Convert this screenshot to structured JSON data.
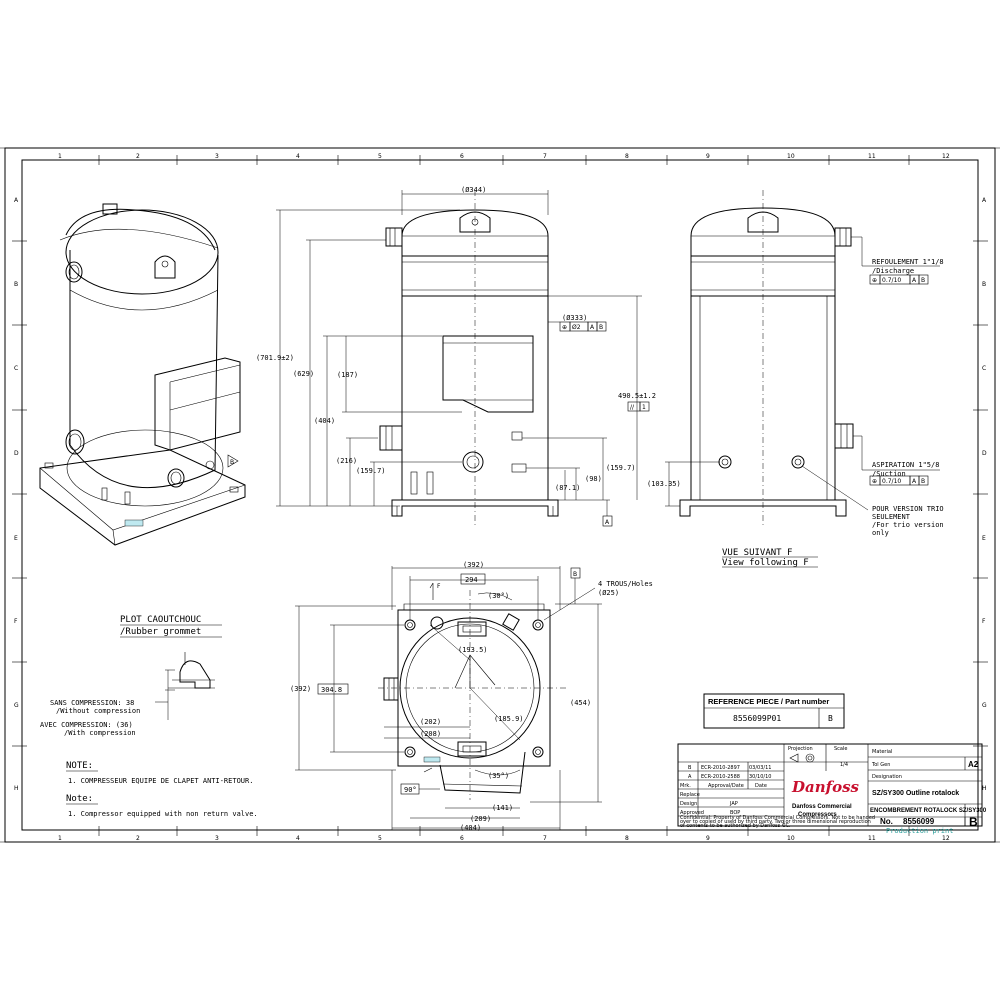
{
  "grid": {
    "columns": [
      "1",
      "2",
      "3",
      "4",
      "5",
      "6",
      "7",
      "8",
      "9",
      "10",
      "11",
      "12"
    ],
    "rows": [
      "A",
      "B",
      "C",
      "D",
      "E",
      "F",
      "G",
      "H"
    ]
  },
  "front_view": {
    "dim_diameter_344": "(Ø344)",
    "dim_701": "(701.9±2)",
    "dim_629": "(629)",
    "dim_187": "(187)",
    "dim_404": "(404)",
    "dim_216": "(216)",
    "dim_159_left": "(159.7)",
    "dim_diameter_333": "(Ø333)",
    "tol_333": [
      "⊕",
      "Ø2",
      "A",
      "B"
    ],
    "dim_490": "490.5±1.2",
    "tol_490": [
      "//",
      "1"
    ],
    "dim_159_right": "(159.7)",
    "dim_98": "(98)",
    "dim_87": "(87.1)",
    "datum_a": "A"
  },
  "side_view": {
    "refoulement": "REFOULEMENT 1\"1/8",
    "discharge": "/Discharge",
    "tol_discharge": [
      "⊕",
      "0.7/10",
      "A",
      "B"
    ],
    "dim_103": "(103.35)",
    "aspiration": "ASPIRATION 1\"5/8",
    "suction": "/Suction",
    "tol_suction": [
      "⊕",
      "0.7/10",
      "A",
      "B"
    ],
    "trio_1": "POUR VERSION TRIO",
    "trio_2": "SEULEMENT",
    "trio_3": "/For trio version",
    "trio_4": "only",
    "vue_fr": "VUE SUIVANT F",
    "vue_en": "View following F"
  },
  "top_view": {
    "dim_392_top": "(392)",
    "dim_294": "294",
    "arrow_f": "F",
    "datum_b": "B",
    "trous": "4 TROUS/Holes",
    "trous_dia": "(Ø25)",
    "dim_30": "(30°)",
    "dim_193": "(193.5)",
    "dim_392_left": "(392)",
    "dim_304": "304.8",
    "dim_454": "(454)",
    "dim_202": "(202)",
    "dim_208": "(208)",
    "dim_185": "(185.9)",
    "dim_35": "(35°)",
    "dim_90": "90°",
    "dim_141": "(141)",
    "dim_209": "(209)",
    "dim_404_bottom": "(404)"
  },
  "grommet": {
    "title_fr": "PLOT CAOUTCHOUC",
    "title_en": "/Rubber grommet",
    "sans_1": "SANS COMPRESSION: 38",
    "sans_2": "/Without compression",
    "avec_1": "AVEC COMPRESSION: (36)",
    "avec_2": "/With compression"
  },
  "notes": {
    "note_fr_title": "NOTE:",
    "note_fr_1": "1. COMPRESSEUR EQUIPE DE CLAPET ANTI-RETOUR.",
    "note_en_title": "Note:",
    "note_en_1": "1. Compressor equipped with non return valve."
  },
  "reference": {
    "header": "REFERENCE PIECE / Part number",
    "part": "8556099P01",
    "rev": "B"
  },
  "title_block": {
    "rev_rows": [
      {
        "rev": "B",
        "ecr": "ECR-2010-2897",
        "date": "03/03/11"
      },
      {
        "rev": "A",
        "ecr": "ECR-2010-2588",
        "date": "30/10/10"
      }
    ],
    "mrk": "Mrk.",
    "approval": "Approval/Date",
    "date": "Date",
    "replace": "Replace",
    "design": "Design",
    "design_val": "JAP",
    "approved": "Approved",
    "approved_val": "BOP",
    "projection": "Projection",
    "scale_label": "Scale",
    "scale_val": "1/4",
    "material": "Material",
    "tol_gen": "Tol Gen",
    "size": "A2",
    "designation": "Designation",
    "title1": "SZ/SY300 Outline rotalock",
    "title2": "ENCOMBREMENT ROTALOCK SZ/SY300",
    "no_label": "No.",
    "no_val": "8556099",
    "rev_big": "B",
    "production": "Production print",
    "brand": "Danfoss",
    "company1": "Danfoss Commercial",
    "company2": "Compressors",
    "confidential_1": "Confidential: Property of Danfoss Commercial Compressors. Not to be handed",
    "confidential_2": "over to copied or used by third party. Two or three dimensional reproduction",
    "confidential_3": "of contents to be authorized by Danfoss CC."
  }
}
